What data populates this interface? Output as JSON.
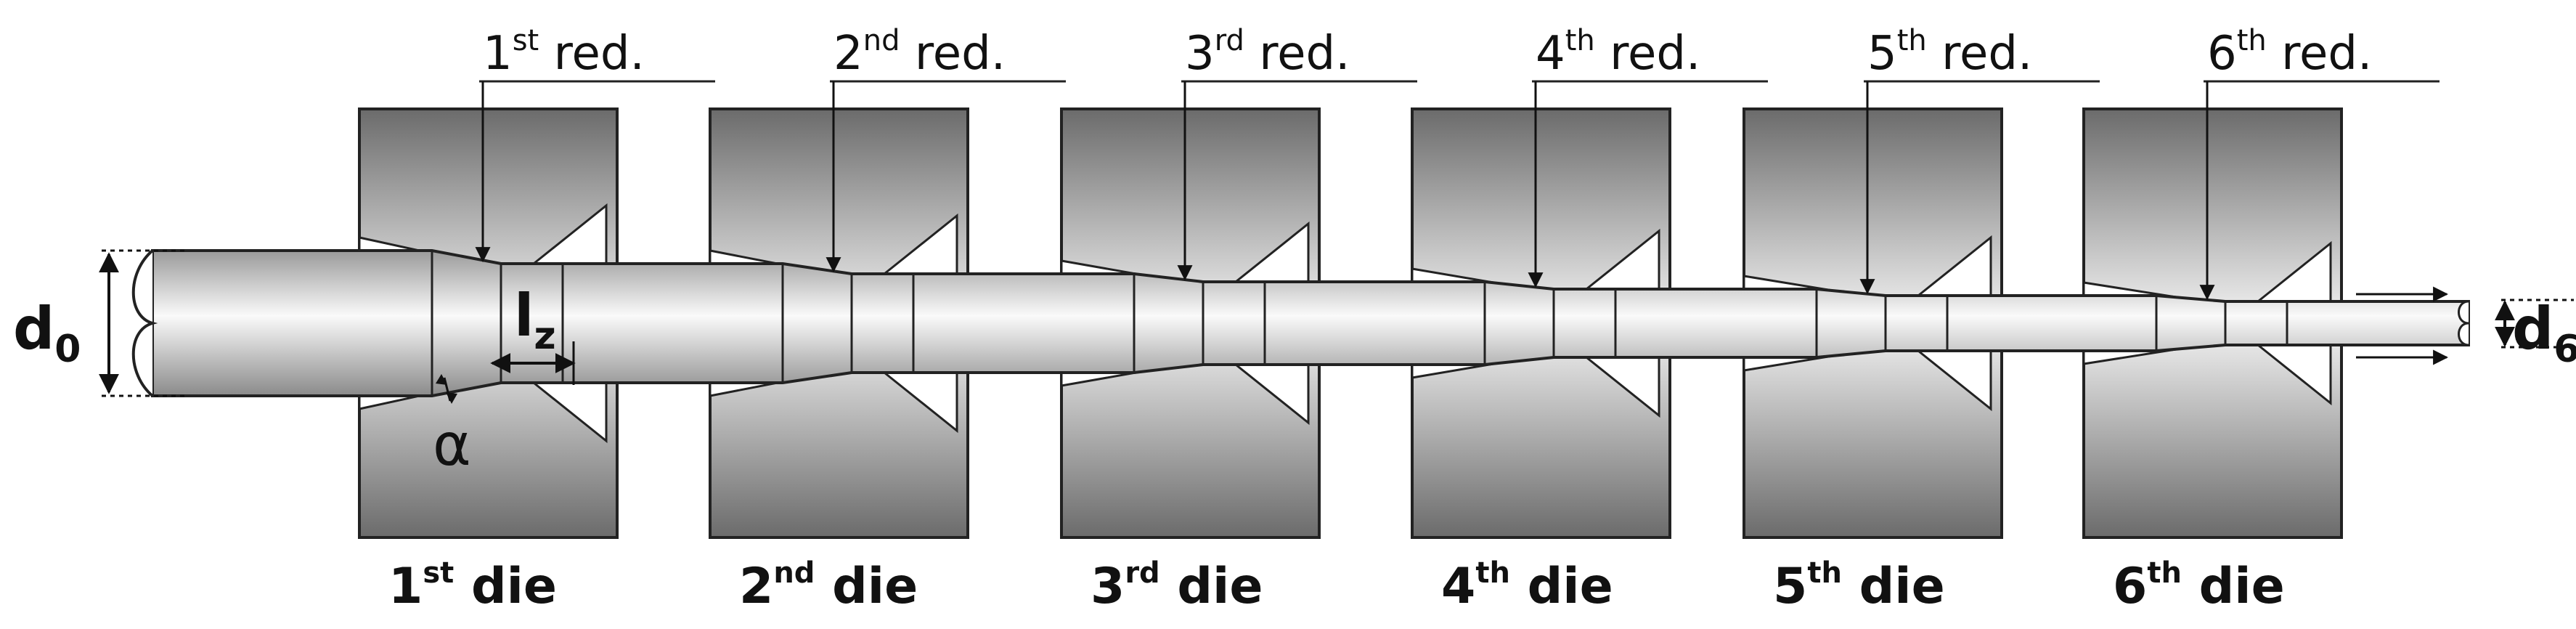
{
  "reductions": [
    {
      "num": "1",
      "sup": "st",
      "text": " red."
    },
    {
      "num": "2",
      "sup": "nd",
      "text": " red."
    },
    {
      "num": "3",
      "sup": "rd",
      "text": " red."
    },
    {
      "num": "4",
      "sup": "th",
      "text": " red."
    },
    {
      "num": "5",
      "sup": "th",
      "text": " red."
    },
    {
      "num": "6",
      "sup": "th",
      "text": " red."
    }
  ],
  "dies": [
    {
      "num": "1",
      "sup": "st",
      "text": " die"
    },
    {
      "num": "2",
      "sup": "nd",
      "text": " die"
    },
    {
      "num": "3",
      "sup": "rd",
      "text": " die"
    },
    {
      "num": "4",
      "sup": "th",
      "text": " die"
    },
    {
      "num": "5",
      "sup": "th",
      "text": " die"
    },
    {
      "num": "6",
      "sup": "th",
      "text": " die"
    }
  ],
  "dimensions": {
    "d0": {
      "main": "d",
      "sub": "0"
    },
    "d6": {
      "main": "d",
      "sub": "6"
    },
    "lz": {
      "main": "l",
      "sub": "z"
    },
    "alpha": "α"
  },
  "colors": {
    "die_dark": "#6e6e6e",
    "die_light": "#f2f2f2",
    "wire_dark": "#8a8a8a",
    "wire_light": "#f7f7f7",
    "line": "#111111"
  }
}
